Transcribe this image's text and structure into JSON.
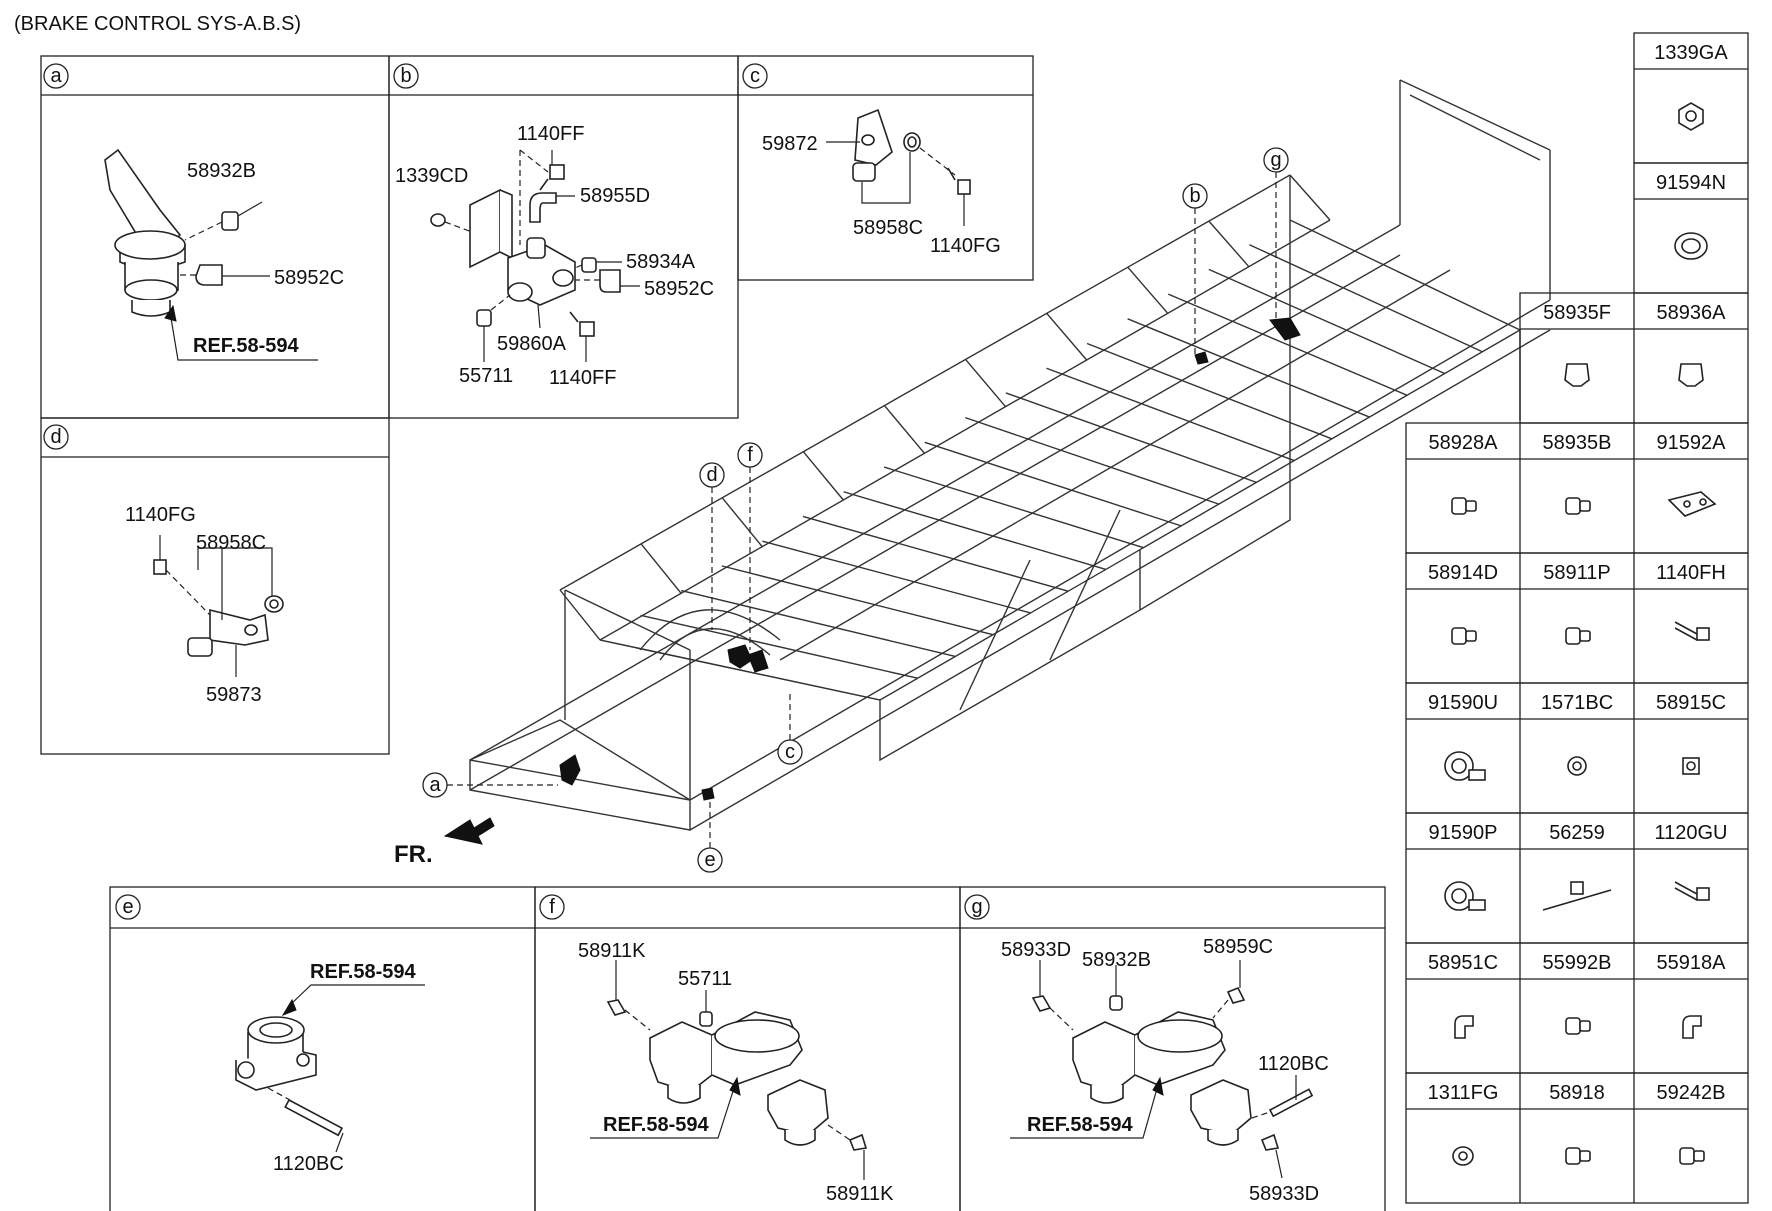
{
  "title": "(BRAKE CONTROL SYS-A.B.S)",
  "fr_label": "FR.",
  "ref_label": "REF.58-594",
  "sections": {
    "a": {
      "letter": "a",
      "labels": [
        "58932B",
        "58952C"
      ]
    },
    "b": {
      "letter": "b",
      "labels": [
        "1140FF",
        "1339CD",
        "58955D",
        "58934A",
        "58952C",
        "59860A",
        "55711",
        "1140FF"
      ]
    },
    "c": {
      "letter": "c",
      "labels": [
        "59872",
        "58958C",
        "1140FG"
      ]
    },
    "d": {
      "letter": "d",
      "labels": [
        "1140FG",
        "58958C",
        "59873"
      ]
    },
    "e": {
      "letter": "e",
      "labels": [
        "1120BC"
      ]
    },
    "f": {
      "letter": "f",
      "labels": [
        "58911K",
        "55711",
        "58911K"
      ]
    },
    "g": {
      "letter": "g",
      "labels": [
        "58933D",
        "58932B",
        "58959C",
        "1120BC",
        "58933D"
      ]
    }
  },
  "callouts": [
    "b",
    "g",
    "d",
    "f",
    "c",
    "a",
    "e"
  ],
  "parts_table": {
    "rows": [
      [
        "1339GA"
      ],
      [
        "91594N"
      ],
      [
        "58935F",
        "58936A"
      ],
      [
        "58928A",
        "58935B",
        "91592A"
      ],
      [
        "58914D",
        "58911P",
        "1140FH"
      ],
      [
        "91590U",
        "1571BC",
        "58915C"
      ],
      [
        "91590P",
        "56259",
        "1120GU"
      ],
      [
        "58951C",
        "55992B",
        "55918A"
      ],
      [
        "1311FG",
        "58918",
        "59242B"
      ]
    ],
    "icons": [
      [
        "nut-icon"
      ],
      [
        "grommet-icon"
      ],
      [
        "cap-icon",
        "cap-icon"
      ],
      [
        "fitting-icon",
        "fitting-icon",
        "bracket-icon"
      ],
      [
        "fitting-icon",
        "fitting-icon",
        "bolt-icon"
      ],
      [
        "clip-icon",
        "plug-icon",
        "clamp-nut-icon"
      ],
      [
        "clip-icon",
        "cable-tie-icon",
        "bolt-icon"
      ],
      [
        "elbow-icon",
        "fitting-icon",
        "elbow-icon"
      ],
      [
        "washer-icon",
        "fitting-icon",
        "fitting-icon"
      ]
    ]
  }
}
